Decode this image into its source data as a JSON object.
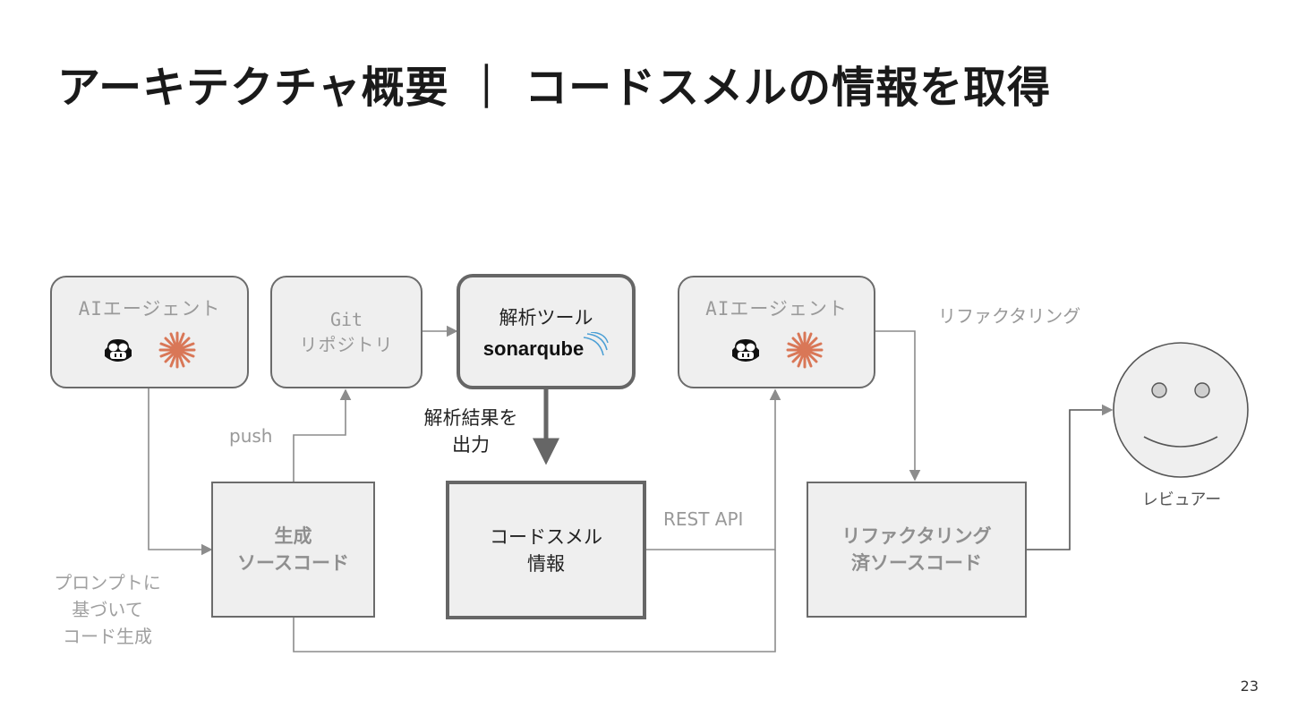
{
  "title": "アーキテクチャ概要 ｜ コードスメルの情報を取得",
  "nodes": {
    "ai_agent_1": {
      "label": "AIエージェント"
    },
    "git_repo": {
      "line1": "Git",
      "line2": "リポジトリ"
    },
    "analysis_tool": {
      "label": "解析ツール",
      "logo": "sonarqube"
    },
    "ai_agent_2": {
      "label": "AIエージェント"
    },
    "generated_source": {
      "line1": "生成",
      "line2": "ソースコード"
    },
    "code_smell_info": {
      "line1": "コードスメル",
      "line2": "情報"
    },
    "refactored_source": {
      "line1": "リファクタリング",
      "line2": "済ソースコード"
    },
    "reviewer": {
      "label": "レビュアー"
    }
  },
  "edge_labels": {
    "push": "push",
    "analysis_output_1": "解析結果を",
    "analysis_output_2": "出力",
    "rest_api": "REST API",
    "refactoring": "リファクタリング",
    "prompt_1": "プロンプトに",
    "prompt_2": "基づいて",
    "prompt_3": "コード生成"
  },
  "icons": [
    "copilot-icon",
    "claude-burst-icon"
  ],
  "colors": {
    "line": "#8c8c8c",
    "box_fill": "#efefef",
    "accent_orange": "#d97757",
    "emphasis": "#666666"
  },
  "page_number": "23"
}
